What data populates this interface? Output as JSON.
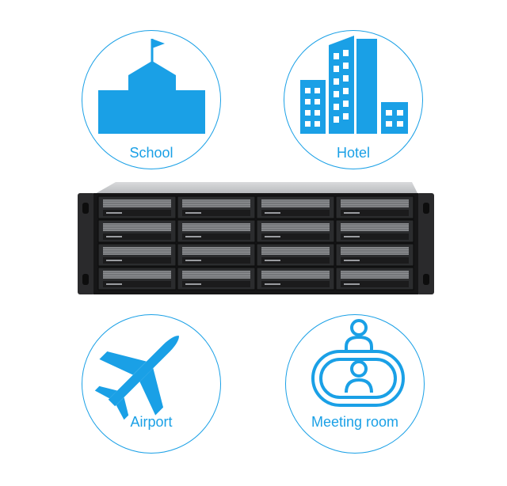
{
  "scenarios": [
    {
      "label": "School",
      "icon": "school-building-icon"
    },
    {
      "label": "Hotel",
      "icon": "hotel-buildings-icon"
    },
    {
      "label": "Airport",
      "icon": "airplane-icon"
    },
    {
      "label": "Meeting room",
      "icon": "meeting-room-people-icon"
    }
  ],
  "server": {
    "icon": "rackmount-nas-server-image",
    "drive_bays": 16
  },
  "colors": {
    "accent": "#1aa0e6",
    "background": "#ffffff"
  }
}
